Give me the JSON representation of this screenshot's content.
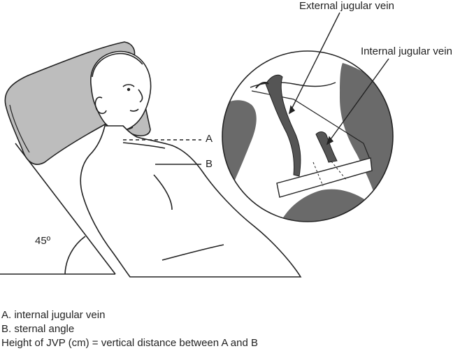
{
  "labels": {
    "external_jugular_vein": "External jugular vein",
    "internal_jugular_vein": "Internal jugular vein",
    "marker_a": "A",
    "marker_b": "B",
    "angle": "45º"
  },
  "legend": [
    "A. internal jugular vein",
    "B. sternal angle",
    "Height of JVP (cm) = vertical distance between A and B"
  ],
  "colors": {
    "line": "#222222",
    "pillow": "#b8b8b8",
    "inset_dark": "#6a6a6a",
    "vein": "#555555"
  }
}
